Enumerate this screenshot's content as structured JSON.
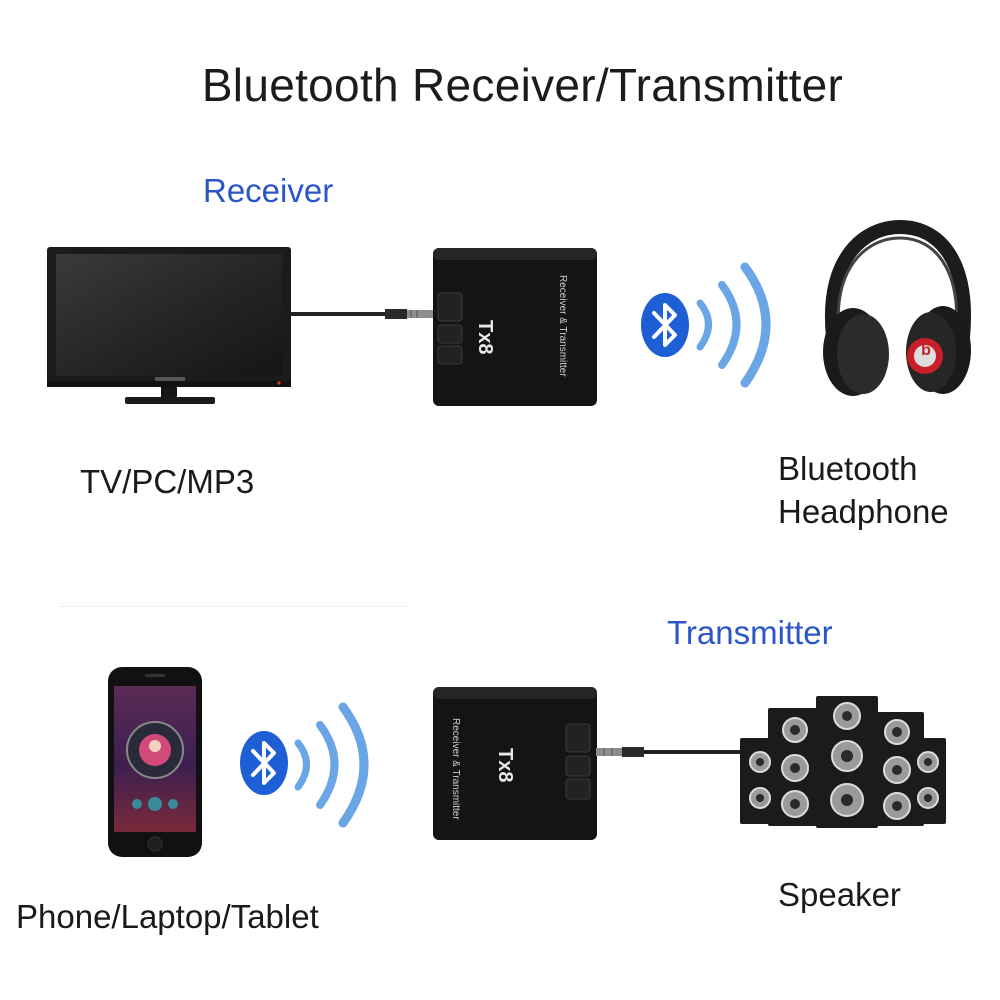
{
  "title": "Bluetooth Receiver/Transmitter",
  "receiver": {
    "mode_label": "Receiver",
    "source_label": "TV/PC/MP3",
    "sink_label_line1": "Bluetooth",
    "sink_label_line2": "Headphone",
    "device": {
      "model": "Tx8",
      "caption": "Receiver & Transmitter"
    },
    "headphone_logo": "b"
  },
  "transmitter": {
    "mode_label": "Transmitter",
    "source_label": "Phone/Laptop/Tablet",
    "sink_label": "Speaker",
    "device": {
      "model": "Tx8",
      "caption": "Receiver & Transmitter"
    }
  },
  "colors": {
    "mode_label": "#2c55c8",
    "bluetooth_badge": "#1f5fd6",
    "signal_waves": "#6aa6e6",
    "device_body": "#141414"
  },
  "icons": [
    "monitor-icon",
    "bluetooth-icon",
    "signal-waves-icon",
    "headphone-icon",
    "phone-icon",
    "speaker-icon"
  ]
}
